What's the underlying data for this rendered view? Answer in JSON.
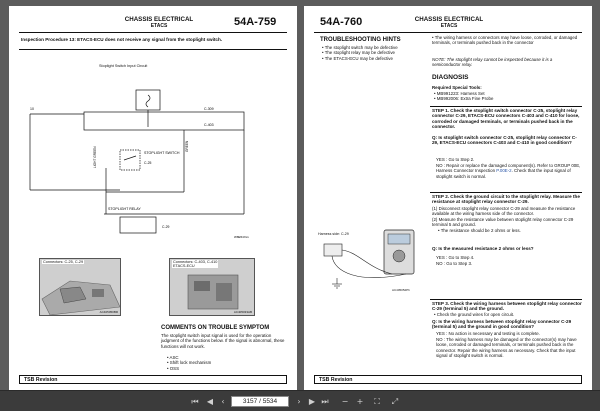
{
  "left_page": {
    "header_title": "CHASSIS ELECTRICAL",
    "header_sub": "ETACS",
    "page_number": "54A-759",
    "procedure_title": "Inspection Procedure 13: ETACS-ECU does not receive any signal from the stoplight switch.",
    "diagram_title": "Stoplight Switch Input Circuit",
    "diagram_labels": {
      "fuse": "10",
      "ecu_pin1": "C-309",
      "ecu_pin2": "C-403",
      "wire1": "GREEN",
      "wire2": "LIGHT GREEN",
      "switch": "STOPLIGHT SWITCH",
      "switch_conn": "C-25",
      "relay": "STOPLIGHT RELAY",
      "relay_conn": "C-29",
      "code": "W8E54Xxx"
    },
    "photo1": {
      "caption": "Connectors: C-25, C-29",
      "code": "AC405050BR"
    },
    "photo2": {
      "caption": "Connectors: C-403, C-410",
      "sub": "ETACS-ECU",
      "code": "AC405033AB"
    },
    "comments_heading": "COMMENTS ON TROUBLE SYMPTOM",
    "comments_text": "The stoplight switch input signal is used for the operation judgment of the functions below. If the signal is abnormal, these functions will not work.",
    "functions": [
      "ASC",
      "Shift lock mechanism",
      "OSS"
    ],
    "footer": "TSB Revision"
  },
  "right_page": {
    "page_number": "54A-760",
    "header_title": "CHASSIS ELECTRICAL",
    "header_sub": "ETACS",
    "hints_heading": "TROUBLESHOOTING HINTS",
    "hints": [
      "The stoplight switch may be defective",
      "The stoplight relay may be defective",
      "The ETACS-ECU may be defective"
    ],
    "hint_right1": "The wiring harness or connectors may have loose, corroded, or damaged terminals, or terminals pushed back in the connector",
    "note_label": "NOTE",
    "note_text": "The stoplight relay cannot be inspected because it is a semiconductor relay.",
    "diagnosis_heading": "DIAGNOSIS",
    "tools_label": "Required Special Tools:",
    "tools": [
      "MB991223: Harness Set",
      "MB992006: Extra Fine Probe"
    ],
    "step1_title": "STEP 1. Check the stoplight switch connector C-25, stoplight relay connector C-29, ETACS-ECU connectors C-403 and C-410 for loose, corroded or damaged terminals, or terminals pushed back in the connector.",
    "step1_q": "Q: Is stoplight switch connector C-25, stoplight relay connector C-29, ETACS-ECU connectors C-403 and C-410 in good condition?",
    "step1_yes": "YES : Go to Step 2.",
    "step1_no": "NO : Repair or replace the damaged component(s). Refer to GROUP 00E, Harness Connector Inspection",
    "step1_link": "P.00E-2",
    "step1_no2": ". Check that the input signal of stoplight switch is normal.",
    "step2_title": "STEP 2. Check the ground circuit to the stoplight relay. Measure the resistance at stoplight relay connector C-29.",
    "step2_items": [
      "(1) Disconnect stoplight relay connector C-29 and measure the resistance available at the wiring harness side of the connector.",
      "(2) Measure the resistance value between stoplight relay connector C-29 terminal 5 and ground."
    ],
    "step2_bullet": "The resistance should be 2 ohms or less.",
    "step2_q": "Q: Is the measured resistance 2 ohms or less?",
    "step2_yes": "YES : Go to Step 4.",
    "step2_no": "NO : Go to Step 3.",
    "meter_caption": "Harness side: C-29",
    "meter_code": "AC405052Ph",
    "step3_title": "STEP 3. Check the wiring harness between stoplight relay connector C-29 (terminal 5) and the ground.",
    "step3_bullet": "Check the ground wires for open circuit.",
    "step3_q": "Q: Is the wiring harness between stoplight relay connector C-29 (terminal 5) and the ground in good condition?",
    "step3_yes": "YES : No action is necessary and testing is complete.",
    "step3_no": "NO : The wiring harness may be damaged or the connector(s) may have loose, corroded or damaged terminals, or terminals pushed back in the connector. Repair the wiring harness as necessary. Check that the input signal of stoplight switch is normal.",
    "footer": "TSB Revision"
  },
  "toolbar": {
    "current_page": "3157",
    "total_pages": "5534",
    "page_display": "3157 / 5534"
  }
}
